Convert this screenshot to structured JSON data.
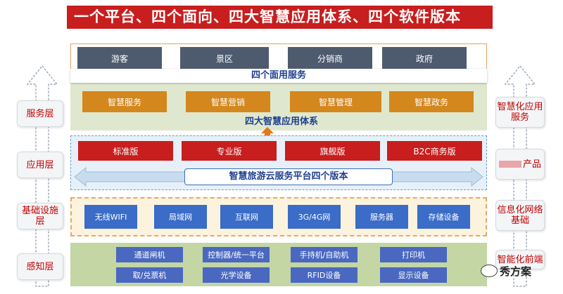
{
  "title": "一个平台、四个面向、四大智慧应用体系、四个软件版本",
  "left_layers": [
    "服务层",
    "应用层",
    "基础设施层",
    "感知层"
  ],
  "right_layers": [
    "智慧化应用服务",
    "产品",
    "信息化网络基础",
    "智能化前端"
  ],
  "users": [
    "游客",
    "景区",
    "分销商",
    "政府"
  ],
  "service_title": "四个面用服务",
  "apps": [
    "智慧服务",
    "智慧营销",
    "智慧管理",
    "智慧政务"
  ],
  "app_title": "四大智慧应用体系",
  "versions": [
    "标准版",
    "专业版",
    "旗舰版",
    "B2C商务版"
  ],
  "platform_title": "智慧旅游云服务平台四个版本",
  "infra": [
    "无线WIFI",
    "局域网",
    "互联网",
    "3G/4G网",
    "服务器",
    "存储设备"
  ],
  "perception": [
    "通道闸机",
    "控制器/统一平台",
    "手持机/自助机",
    "打印机",
    "取/兑票机",
    "光学设备",
    "RFID设备",
    "显示设备"
  ],
  "watermark": "秀方案",
  "colors": {
    "title_red": "#c81e1e",
    "user_gray": "#4e5b6f",
    "app_orange": "#d4871c",
    "version_red": "#c81e1e",
    "infra_blue": "#3a6cc8",
    "percep_blue": "#4a68c0",
    "band_green": "#c3d6a4"
  }
}
